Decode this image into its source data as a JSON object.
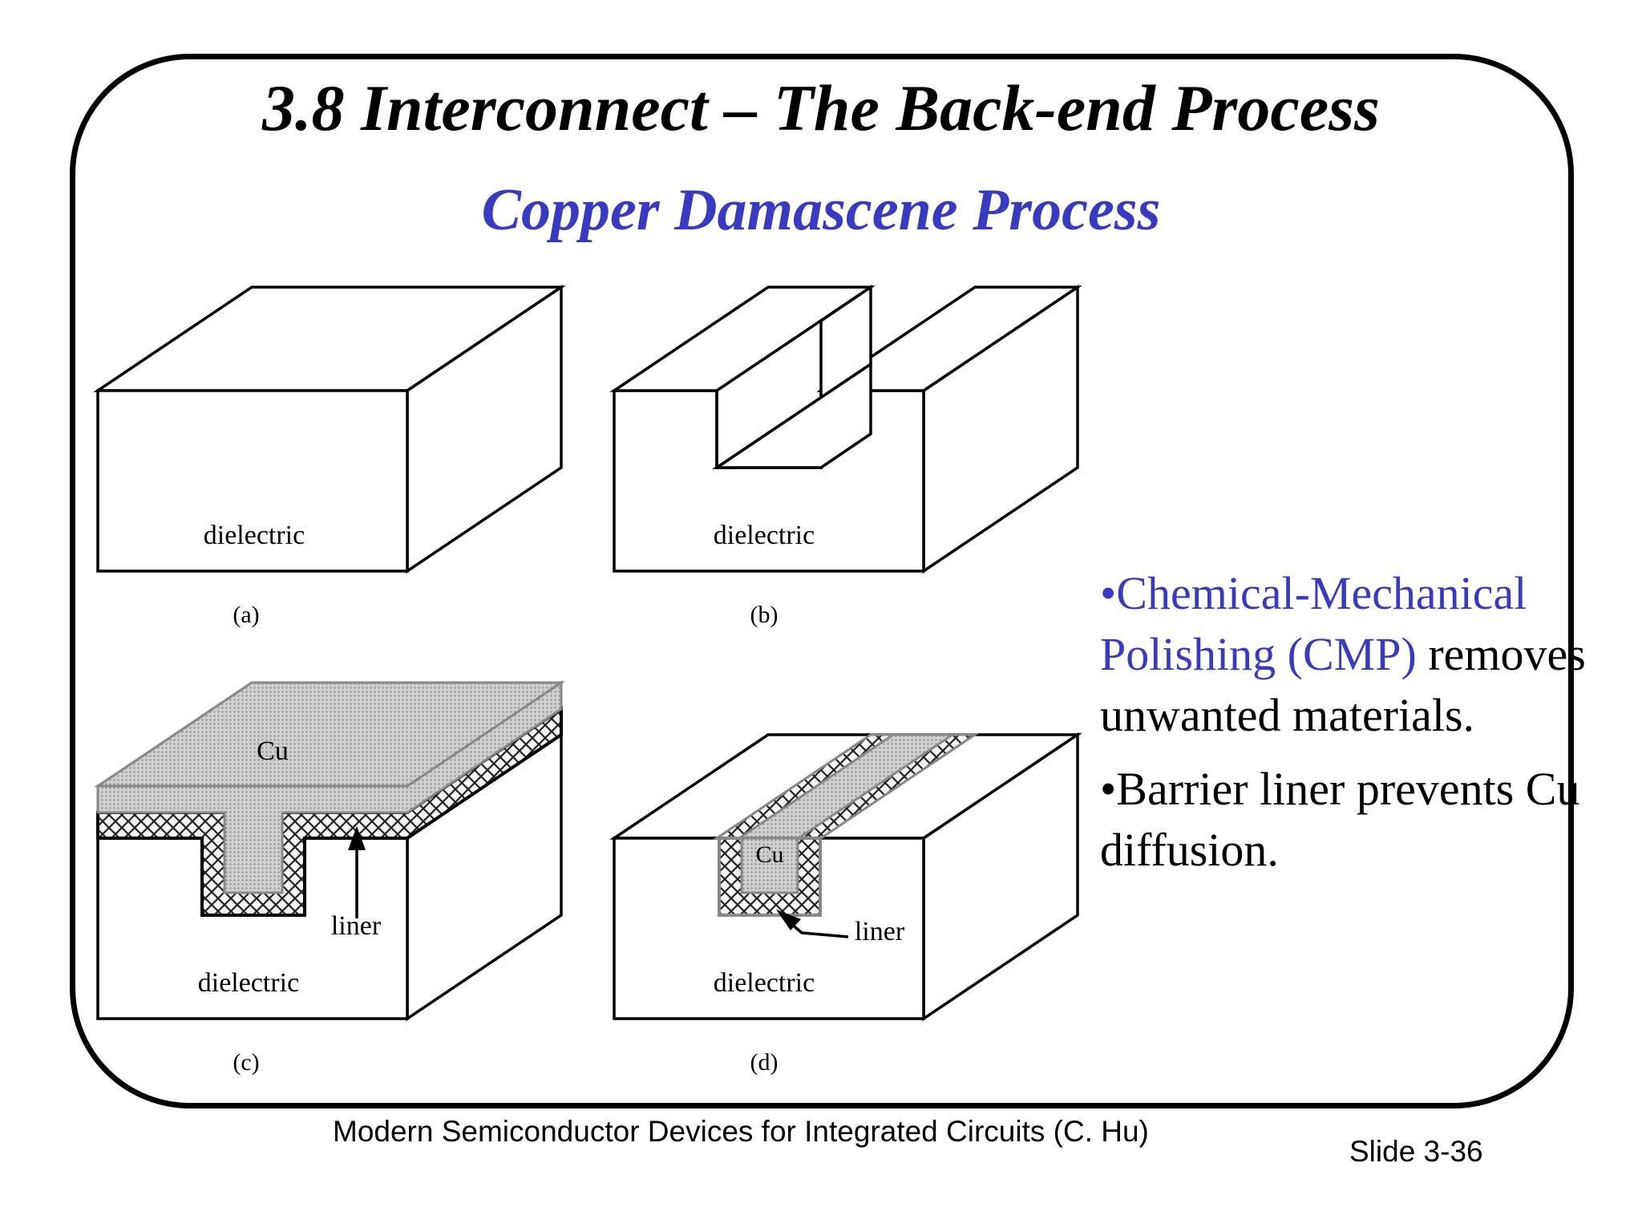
{
  "slide": {
    "title": "3.8  Interconnect – The Back-end Process",
    "subtitle": "Copper Damascene Process"
  },
  "figures": {
    "a": {
      "caption": "(a)",
      "label": "dielectric"
    },
    "b": {
      "caption": "(b)",
      "label": "dielectric"
    },
    "c": {
      "caption": "(c)",
      "label": "dielectric",
      "metal": "Cu",
      "liner": "liner"
    },
    "d": {
      "caption": "(d)",
      "label": "dielectric",
      "metal": "Cu",
      "liner": "liner"
    }
  },
  "bullets": [
    {
      "highlight": "•Chemical-Mechanical Polishing (CMP)",
      "text": " removes unwanted materials."
    },
    {
      "highlight": "",
      "text": "•Barrier liner prevents Cu diffusion."
    }
  ],
  "footer": {
    "source": "Modern Semiconductor Devices for Integrated Circuits (C. Hu)",
    "slide_number": "Slide 3-36"
  },
  "colors": {
    "accent": "#3a3ac0",
    "copper_fill": "#c4c4c4",
    "liner_fill": "#eeeeee"
  }
}
